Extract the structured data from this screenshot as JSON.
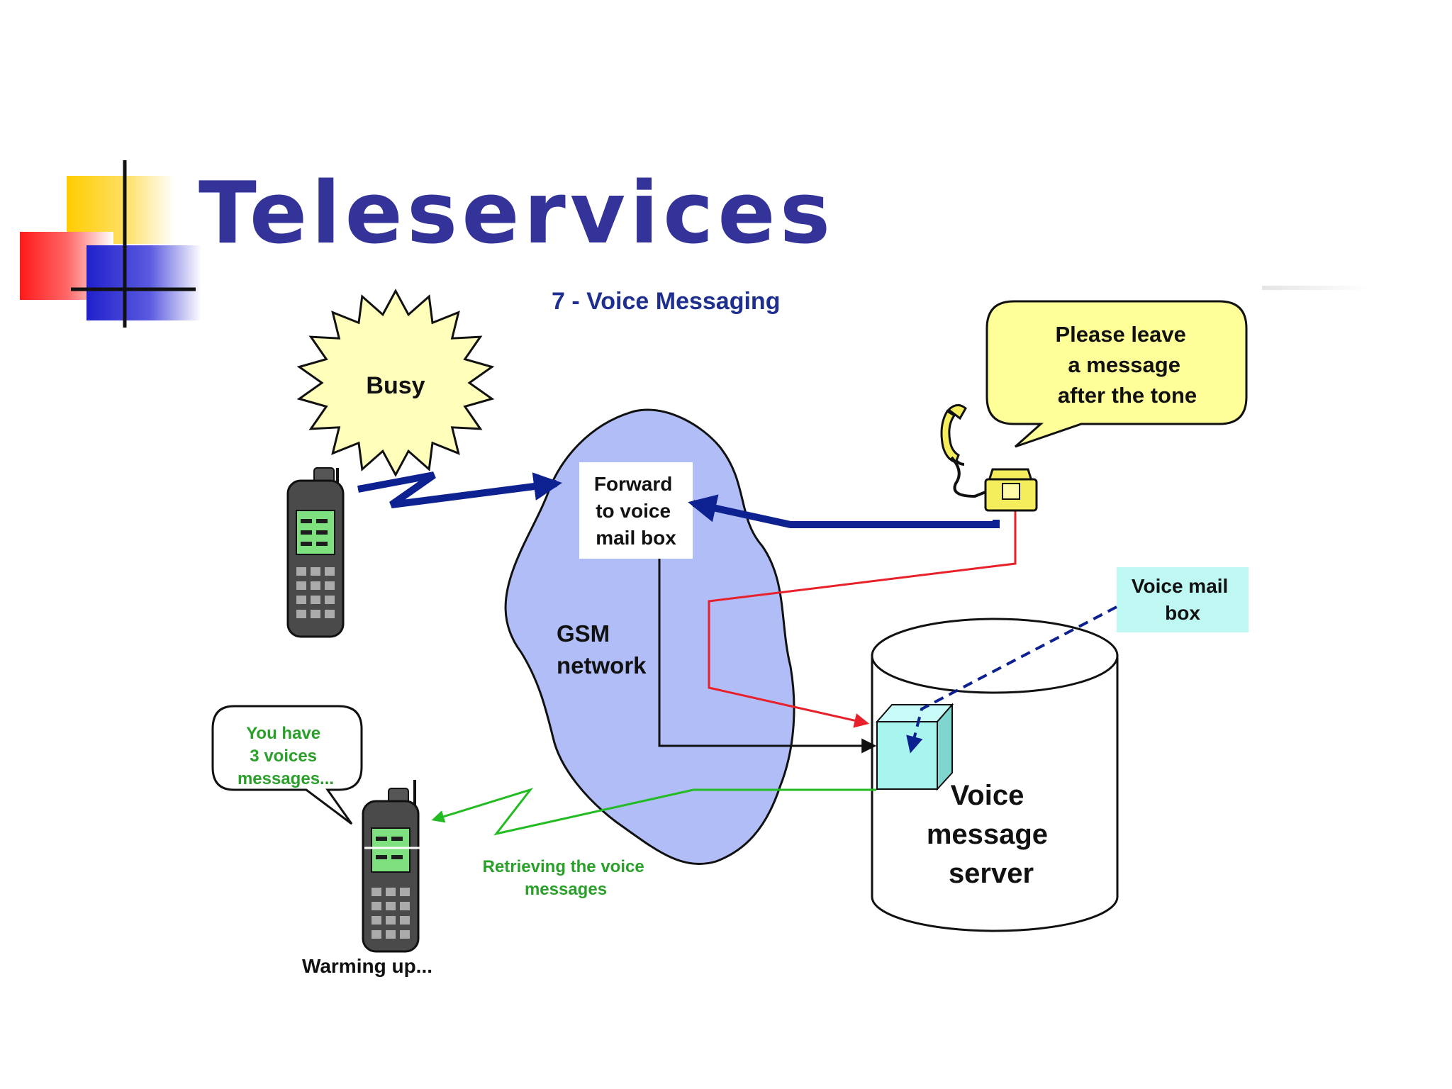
{
  "slide": {
    "title": "Teleservices",
    "title_color": "#333399"
  },
  "diagram": {
    "subtitle": "7 - Voice Messaging",
    "busy_label": "Busy",
    "forward_box": [
      "Forward",
      "to voice",
      "mail box"
    ],
    "network_label": [
      "GSM",
      "network"
    ],
    "speech_top": [
      "Please leave",
      "a message",
      "after the tone"
    ],
    "mailbox_label": [
      "Voice mail",
      "box"
    ],
    "server_label": [
      "Voice",
      "message",
      "server"
    ],
    "speech_bottom": [
      "You have",
      "3 voices",
      "messages..."
    ],
    "retrieve_label": [
      "Retrieving the voice",
      "messages"
    ],
    "phone_status": "Warming up..."
  },
  "colors": {
    "subtitle": "#1f2f8f",
    "cloud_fill": "#b0bdf6",
    "sun_fill": "#ffffbb",
    "callout_fill": "#ffff99",
    "mailbox_fill": "#bff7f2",
    "cube_fill": "#a8f5f0",
    "dark_blue": "#0d2290",
    "red_line": "#e8202a",
    "green_line": "#22bb22",
    "green_text": "#2aa02a",
    "deco_yellow": "#ffcc00",
    "deco_red": "#ff2222",
    "deco_blue": "#2222cc"
  }
}
